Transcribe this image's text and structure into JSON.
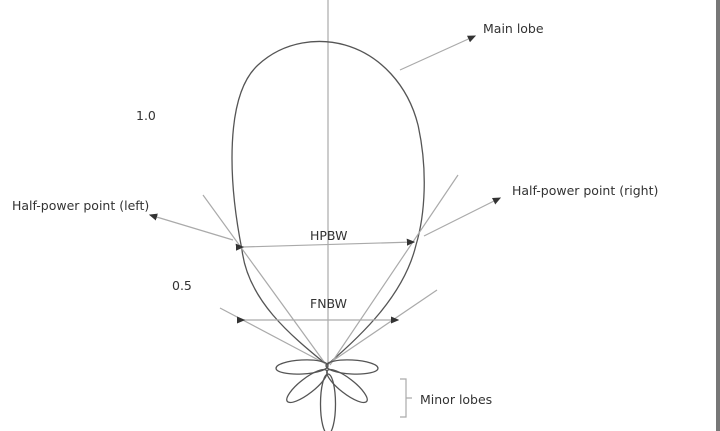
{
  "labels": {
    "main_lobe": "Main lobe",
    "hp_left": "Half-power point (left)",
    "hp_right": "Half-power point (right)",
    "hpbw": "HPBW",
    "fnbw": "FNBW",
    "minor_lobes": "Minor lobes",
    "level_1": "1.0",
    "level_05": "0.5"
  },
  "colors": {
    "outline": "#555555",
    "guide": "#aaaaaa",
    "text": "#333333",
    "edge_bar": "#777777"
  }
}
